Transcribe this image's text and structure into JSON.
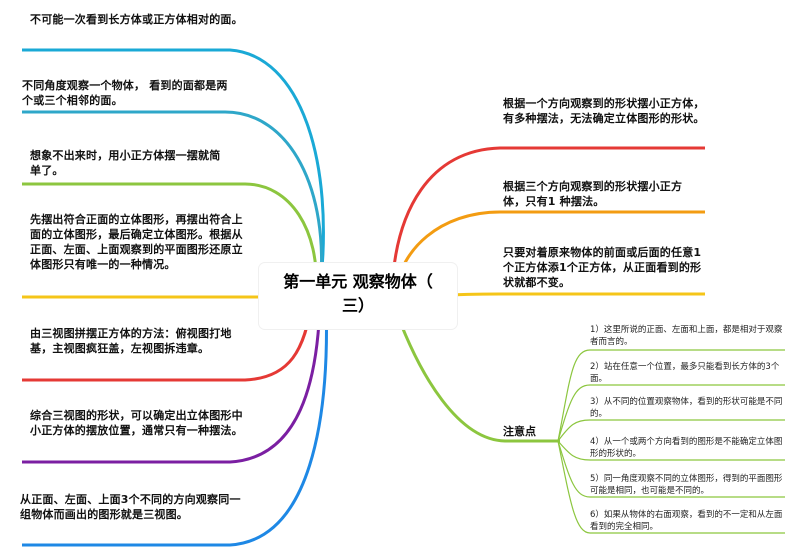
{
  "center": {
    "title": "第一单元 观察物体（三）",
    "line1": "第一单元 观察物体（",
    "line2": "三）"
  },
  "left": [
    {
      "text": "不可能一次看到长方体或正方体相对的面。",
      "color": "#1aa9d6"
    },
    {
      "text": "不同角度观察一个物体， 看到的面都是两个或三个相邻的面。",
      "color": "#2ea7c9"
    },
    {
      "text": "想象不出来时，用小正方体摆一摆就简单了。",
      "color": "#8cc63f"
    },
    {
      "text": "先摆出符合正面的立体图形，再摆出符合上面的立体图形，最后确定立体图形。根据从正面、左面、上面观察到的平面图形还原立体图形只有唯一的一种情况。",
      "color": "#f5c518"
    },
    {
      "text": "由三视图拼摆正方体的方法：俯视图打地基，主视图疯狂盖，左视图拆违章。",
      "color": "#e53935"
    },
    {
      "text": "综合三视图的形状，可以确定出立体图形中小正方体的摆放位置，通常只有一种摆法。",
      "color": "#7b1fa2"
    },
    {
      "text": "从正面、左面、上面3个不同的方向观察同一组物体而画出的图形就是三视图。",
      "color": "#1e88e5"
    }
  ],
  "right": [
    {
      "text": "根据一个方向观察到的形状摆小正方体，有多种摆法，无法确定立体图形的形状。",
      "color": "#e53935"
    },
    {
      "text": "根据三个方向观察到的形状摆小正方体，只有1 种摆法。",
      "color": "#f39c12"
    },
    {
      "text": "只要对着原来物体的前面或后面的任意1个正方体添1个正方体，从正面看到的形状就都不变。",
      "color": "#f5c518"
    }
  ],
  "note": {
    "label": "注意点",
    "color": "#8cc63f",
    "items": [
      "1）这里所说的正面、左面和上面，都是相对于观察者而言的。",
      "2）站在任意一个位置，最多只能看到长方体的3个面。",
      "3）从不同的位置观察物体，看到的形状可能是不同的。",
      "4）从一个或两个方向看到的图形是不能确定立体图形的形状的。",
      "5）同一角度观察不同的立体图形，得到的平面图形可能是相同，也可能是不同的。",
      "6）如果从物体的右面观察，看到的不一定和从左面看到的完全相同。"
    ]
  }
}
